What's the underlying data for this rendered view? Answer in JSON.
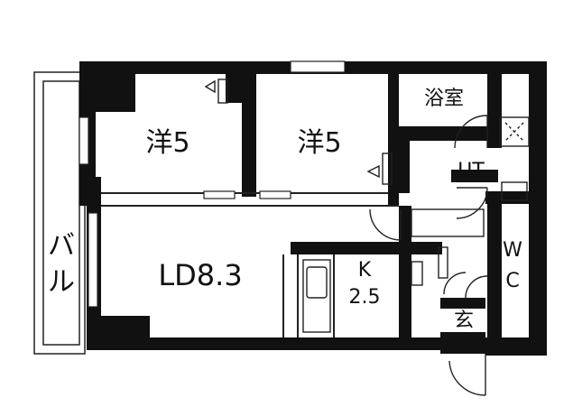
{
  "floorplan": {
    "rooms": {
      "western_room_1": "洋5",
      "western_room_2": "洋5",
      "bathroom": "浴室",
      "utility": "UT",
      "ldk": "LD8.3",
      "kitchen": "K",
      "kitchen_size": "2.5",
      "toilet_w": "W",
      "toilet_c": "C",
      "entrance": "玄",
      "balcony_1": "バ",
      "balcony_2": "ル"
    },
    "colors": {
      "wall": "#111111",
      "background": "#ffffff",
      "line": "#222222"
    }
  }
}
